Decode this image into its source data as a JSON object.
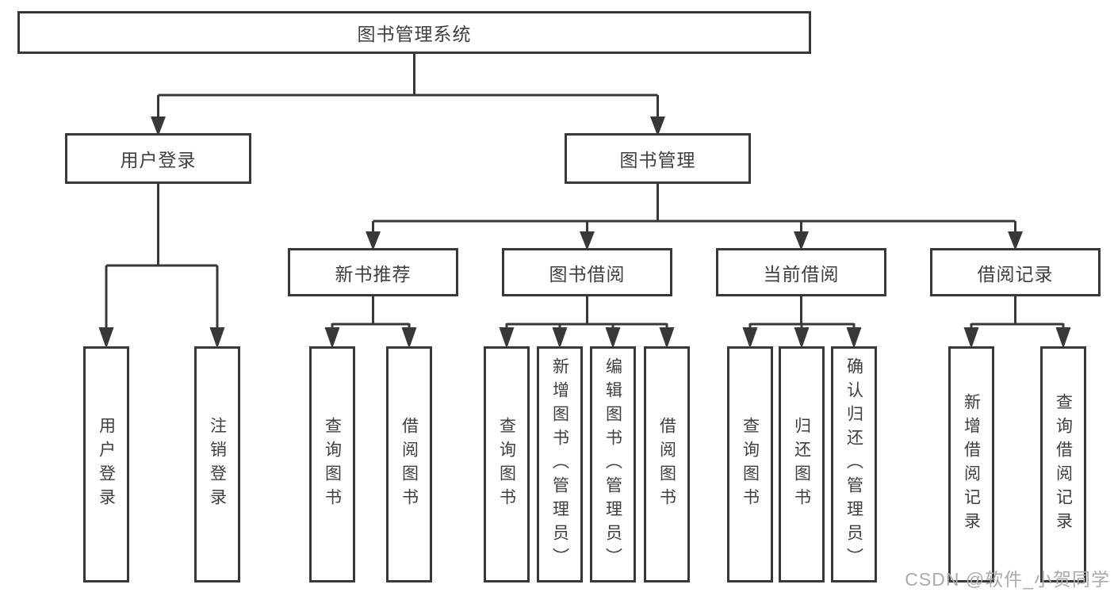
{
  "diagram": {
    "root": {
      "label": "图书管理系统"
    },
    "branches": [
      {
        "label": "用户登录",
        "children": [
          {
            "label": "用户登录"
          },
          {
            "label": "注销登录"
          }
        ]
      },
      {
        "label": "图书管理",
        "children": [
          {
            "label": "新书推荐",
            "children": [
              {
                "label": "查询图书"
              },
              {
                "label": "借阅图书"
              }
            ]
          },
          {
            "label": "图书借阅",
            "children": [
              {
                "label": "查询图书"
              },
              {
                "label": "新增图书（管理员）"
              },
              {
                "label": "编辑图书（管理员）"
              },
              {
                "label": "借阅图书"
              }
            ]
          },
          {
            "label": "当前借阅",
            "children": [
              {
                "label": "查询图书"
              },
              {
                "label": "归还图书"
              },
              {
                "label": "确认归还（管理员）"
              }
            ]
          },
          {
            "label": "借阅记录",
            "children": [
              {
                "label": "新增借阅记录"
              },
              {
                "label": "查询借阅记录"
              }
            ]
          }
        ]
      }
    ]
  },
  "watermark": {
    "text": "CSDN @软件_小贺同学"
  },
  "colors": {
    "line": "#383838",
    "box_border": "#383838",
    "box_fill": "#ffffff",
    "text": "#3f3f3f",
    "watermark": "#ababab",
    "background": "#ffffff"
  }
}
